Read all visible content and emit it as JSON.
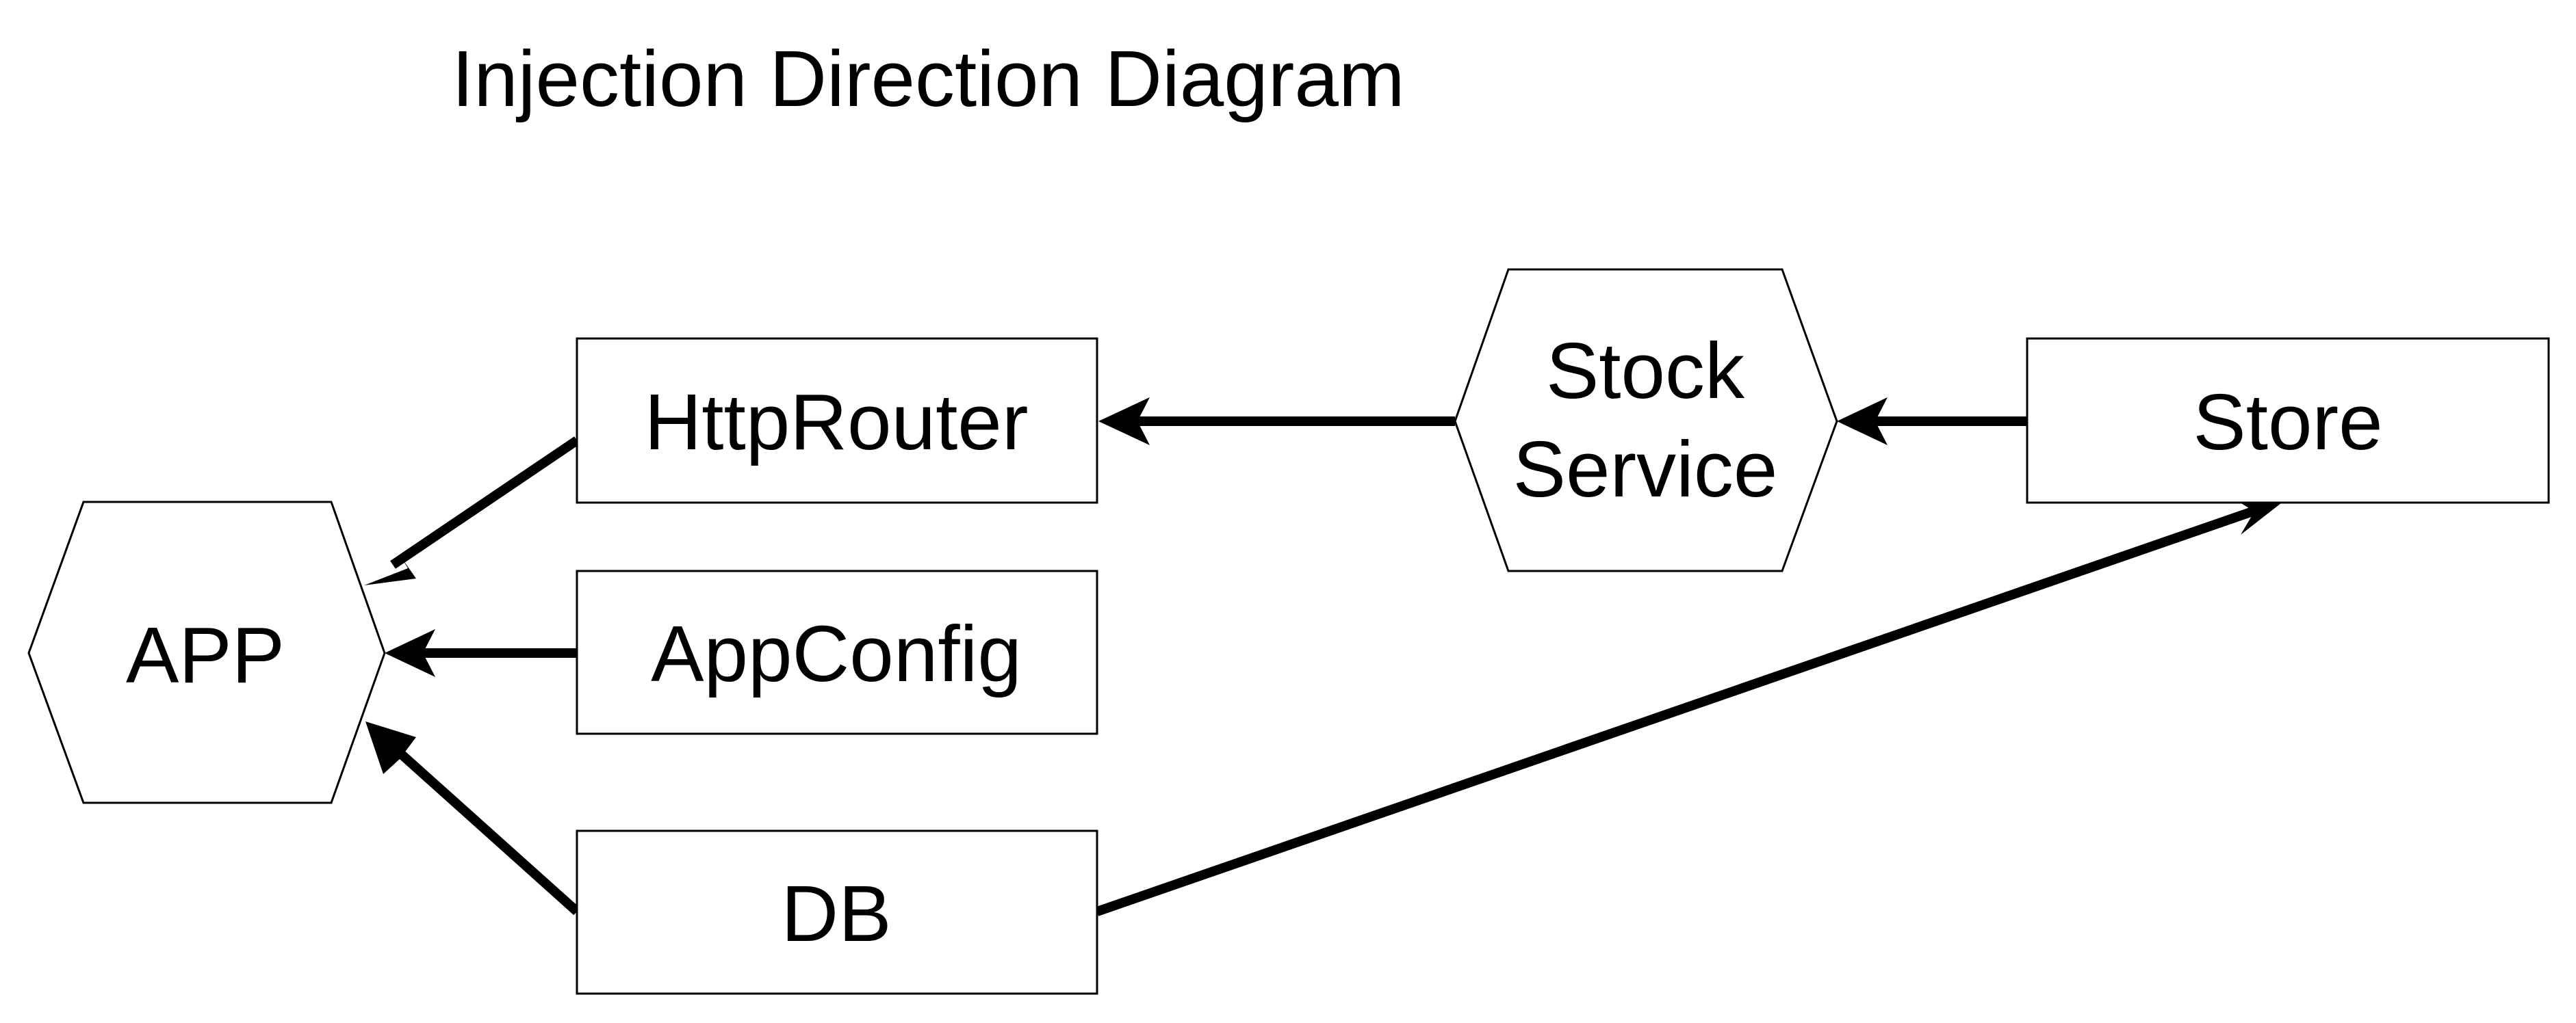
{
  "title": "Injection Direction Diagram",
  "colors": {
    "stroke": "#000000",
    "fill": "#ffffff",
    "text": "#000000"
  },
  "nodes": {
    "app": {
      "shape": "hexagon",
      "label": "APP"
    },
    "http_router": {
      "shape": "rectangle",
      "label": "HttpRouter"
    },
    "app_config": {
      "shape": "rectangle",
      "label": "AppConfig"
    },
    "db": {
      "shape": "rectangle",
      "label": "DB"
    },
    "stock_service": {
      "shape": "hexagon",
      "label_lines": [
        "Stock",
        "Service"
      ]
    },
    "store": {
      "shape": "rectangle",
      "label": "Store"
    }
  },
  "edges": [
    {
      "from": "HttpRouter",
      "to": "APP"
    },
    {
      "from": "AppConfig",
      "to": "APP"
    },
    {
      "from": "DB",
      "to": "APP"
    },
    {
      "from": "Stock Service",
      "to": "HttpRouter"
    },
    {
      "from": "Store",
      "to": "Stock Service"
    },
    {
      "from": "DB",
      "to": "Store"
    }
  ]
}
